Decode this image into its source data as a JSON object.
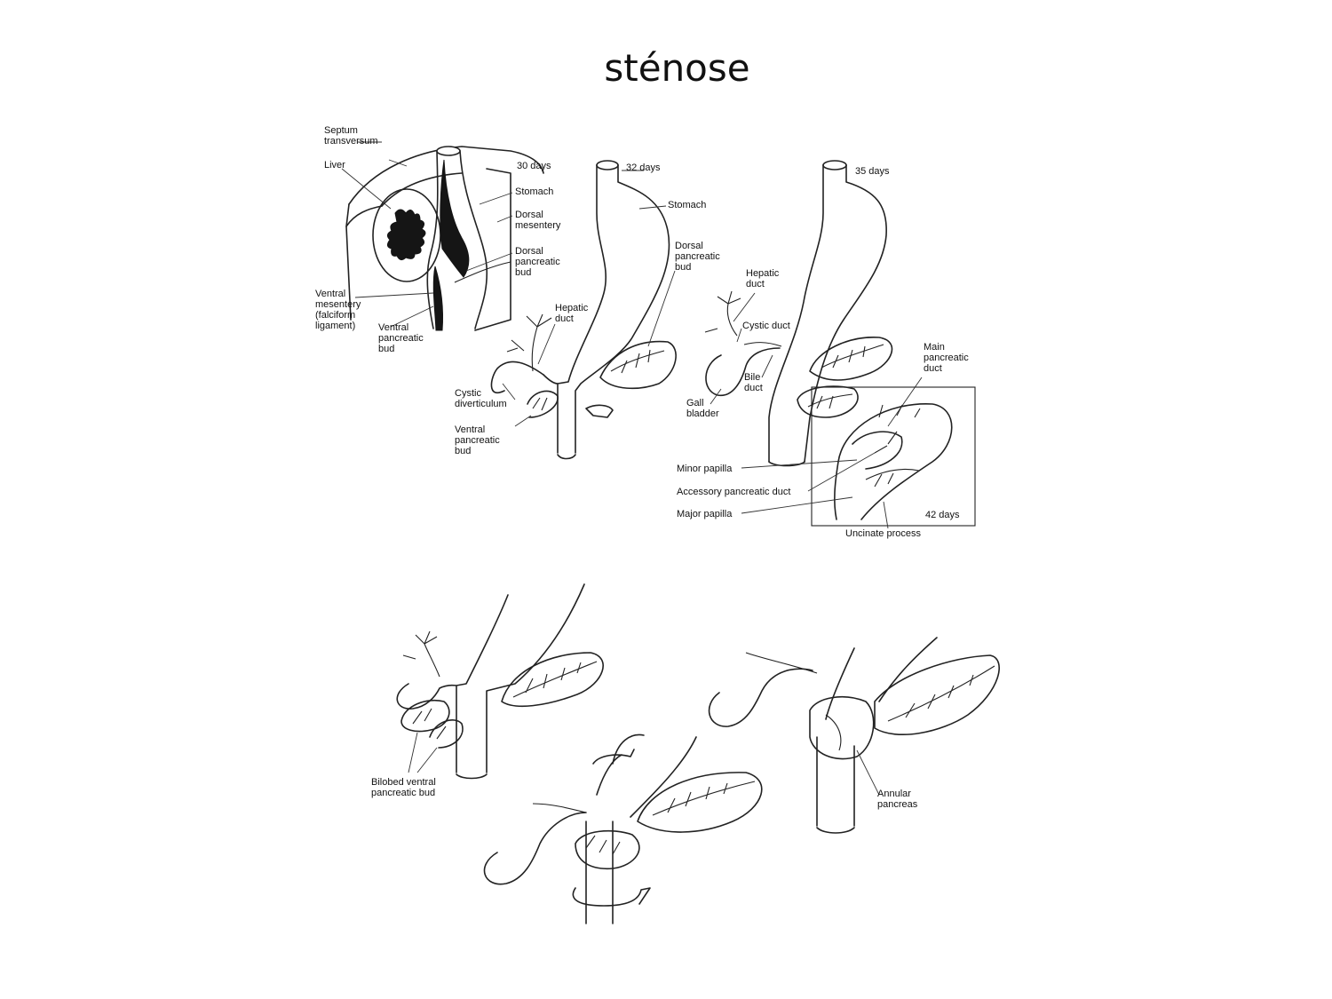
{
  "title": "sténose",
  "panel_30": {
    "stage": "30 days",
    "labels": {
      "septum": "Septum\ntransversum",
      "liver": "Liver",
      "stomach": "Stomach",
      "dorsal_mesentery": "Dorsal\nmesentery",
      "dorsal_bud": "Dorsal\npancreatic\nbud",
      "ventral_mesentery": "Ventral\nmesentery\n(falciform\nligament)",
      "ventral_bud": "Ventral\npancreatic\nbud"
    }
  },
  "panel_32": {
    "stage": "32 days",
    "labels": {
      "stomach": "Stomach",
      "dorsal_bud": "Dorsal\npancreatic\nbud",
      "hepatic_duct": "Hepatic\nduct",
      "cystic_diverticulum": "Cystic\ndiverticulum",
      "ventral_bud": "Ventral\npancreatic\nbud"
    }
  },
  "panel_35": {
    "stage": "35 days",
    "labels": {
      "hepatic_duct": "Hepatic\nduct",
      "cystic_duct": "Cystic duct",
      "bile_duct": "Bile\nduct",
      "gall_bladder": "Gall\nbladder",
      "main_duct": "Main\npancreatic\nduct"
    }
  },
  "panel_42": {
    "stage": "42 days",
    "labels": {
      "minor_papilla": "Minor papilla",
      "accessory_duct": "Accessory pancreatic duct",
      "major_papilla": "Major papilla",
      "uncinate": "Uncinate process"
    }
  },
  "lower": {
    "bilobed": "Bilobed ventral\npancreatic bud",
    "annular": "Annular\npancreas"
  }
}
